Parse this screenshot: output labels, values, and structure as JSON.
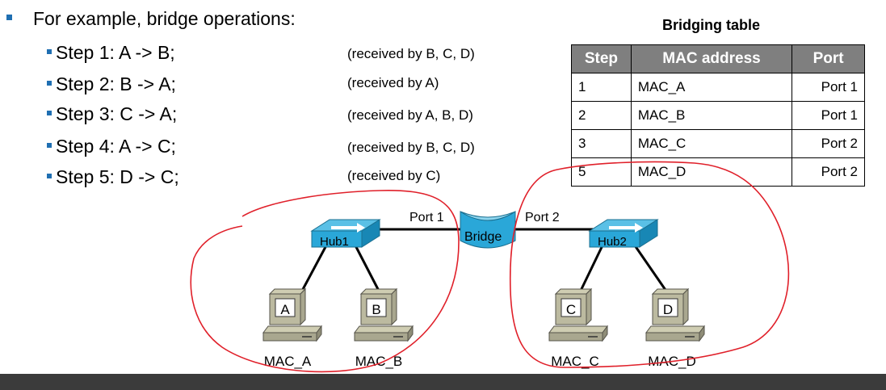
{
  "intro": "For example, bridge operations:",
  "steps": [
    {
      "label": "Step 1: A -> B;",
      "note": "(received by B, C, D)"
    },
    {
      "label": "Step 2: B -> A;",
      "note": "(received by A)"
    },
    {
      "label": "Step 3: C -> A;",
      "note": "(received by A, B, D)"
    },
    {
      "label": "Step 4: A -> C;",
      "note": "(received by B, C, D)"
    },
    {
      "label": "Step 5: D -> C;",
      "note": "(received by C)"
    }
  ],
  "table": {
    "title": "Bridging table",
    "headers": [
      "Step",
      "MAC address",
      "Port"
    ],
    "rows": [
      [
        "1",
        "MAC_A",
        "Port 1"
      ],
      [
        "2",
        "MAC_B",
        "Port 1"
      ],
      [
        "3",
        "MAC_C",
        "Port 2"
      ],
      [
        "5",
        "MAC_D",
        "Port 2"
      ]
    ]
  },
  "diagram": {
    "hub1": "Hub1",
    "hub2": "Hub2",
    "bridge": "Bridge",
    "port1": "Port 1",
    "port2": "Port 2",
    "hosts": [
      {
        "label": "A",
        "mac": "MAC_A"
      },
      {
        "label": "B",
        "mac": "MAC_B"
      },
      {
        "label": "C",
        "mac": "MAC_C"
      },
      {
        "label": "D",
        "mac": "MAC_D"
      }
    ]
  },
  "colors": {
    "accent": "#1f6fb2",
    "annotation": "#e0202a",
    "hub": "#2aa7d8",
    "table_header": "#7f7f7f"
  }
}
